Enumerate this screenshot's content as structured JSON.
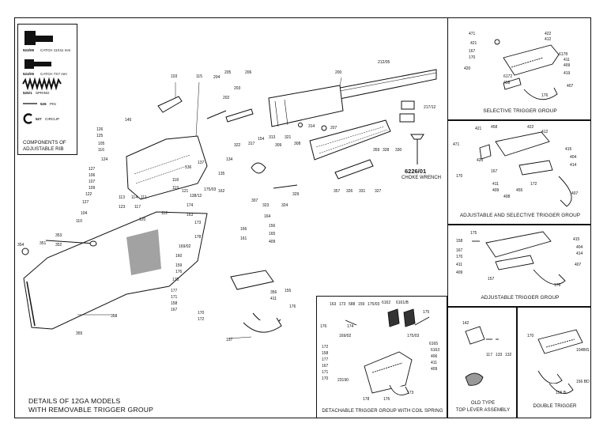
{
  "legend": {
    "items": [
      {
        "num": "524/06",
        "text": "CATCH 11X11 mm"
      },
      {
        "num": "524/05",
        "text": "CATCH 7X7 mm"
      },
      {
        "num": "525/1",
        "text": "SPRING"
      },
      {
        "num": "526",
        "text": "PIN"
      },
      {
        "num": "527",
        "text": "CIRCLIP"
      }
    ],
    "title_line1": "COMPONENTS OF",
    "title_line2": "ADJUSTABLE RIB"
  },
  "main": {
    "footer_line1": "DETAILS OF 12GA MODELS",
    "footer_line2": "WITH REMOVABLE TRIGGER GROUP",
    "choke_wrench_num": "6226/01",
    "choke_wrench_label": "CHOKE WRENCH",
    "labels": [
      "103",
      "115",
      "204",
      "205",
      "206",
      "203",
      "202",
      "200",
      "212/05",
      "217/12",
      "145",
      "126",
      "125",
      "105",
      "116",
      "124",
      "127",
      "106",
      "107",
      "109",
      "122",
      "127",
      "104",
      "110",
      "123",
      "117",
      "120",
      "112",
      "114",
      "111",
      "113",
      "121",
      "118",
      "119",
      "136",
      "137",
      "138/12",
      "134",
      "135",
      "162",
      "175/03",
      "163",
      "174",
      "173",
      "178",
      "169/02",
      "160",
      "159",
      "176",
      "175",
      "177",
      "171",
      "158",
      "167",
      "170",
      "172",
      "157",
      "176",
      "155",
      "156",
      "165",
      "166",
      "161",
      "164",
      "154",
      "309",
      "308",
      "321",
      "322",
      "317",
      "313",
      "314",
      "207",
      "359",
      "328",
      "330",
      "357",
      "326",
      "331",
      "327",
      "329",
      "324",
      "323",
      "307",
      "358",
      "351",
      "352",
      "353",
      "354",
      "355",
      "356",
      "411",
      "409",
      "166"
    ]
  },
  "panels": {
    "selective": {
      "caption": "SELECTIVE TRIGGER GROUP",
      "labels": [
        "471",
        "421",
        "167",
        "170",
        "420",
        "422",
        "412",
        "6178",
        "411",
        "409",
        "419",
        "6172",
        "458",
        "407",
        "176"
      ]
    },
    "adjustable_selective": {
      "caption": "ADJUSTABLE AND SELECTIVE TRIGGER GROUP",
      "labels": [
        "421",
        "458",
        "422",
        "412",
        "471",
        "420",
        "415",
        "404",
        "414",
        "167",
        "170",
        "411",
        "409",
        "455",
        "408",
        "172",
        "407"
      ]
    },
    "adjustable": {
      "caption": "ADJUSTABLE TRIGGER GROUP",
      "labels": [
        "175",
        "158",
        "167",
        "170",
        "411",
        "409",
        "415",
        "404",
        "414",
        "157",
        "407",
        "176"
      ]
    },
    "detachable": {
      "caption": "DETACHABLE TRIGGER GROUP WITH COIL SPRING",
      "labels": [
        "163",
        "173",
        "588",
        "159",
        "175/03",
        "6162",
        "6161/B",
        "175",
        "176",
        "174",
        "169/02",
        "172",
        "158",
        "177",
        "167",
        "171",
        "170",
        "175/03",
        "6165",
        "6163",
        "406",
        "411",
        "409",
        "173",
        "23190",
        "178",
        "176"
      ]
    },
    "old_type": {
      "caption_line1": "OLD TYPE",
      "caption_line2": "TOP LEVER ASSEMBLY",
      "labels": [
        "142",
        "117",
        "133",
        "132"
      ]
    },
    "double": {
      "caption": "DOUBLE TRIGGER",
      "labels": [
        "170",
        "104BIS",
        "155 B",
        "156 BD"
      ]
    }
  }
}
